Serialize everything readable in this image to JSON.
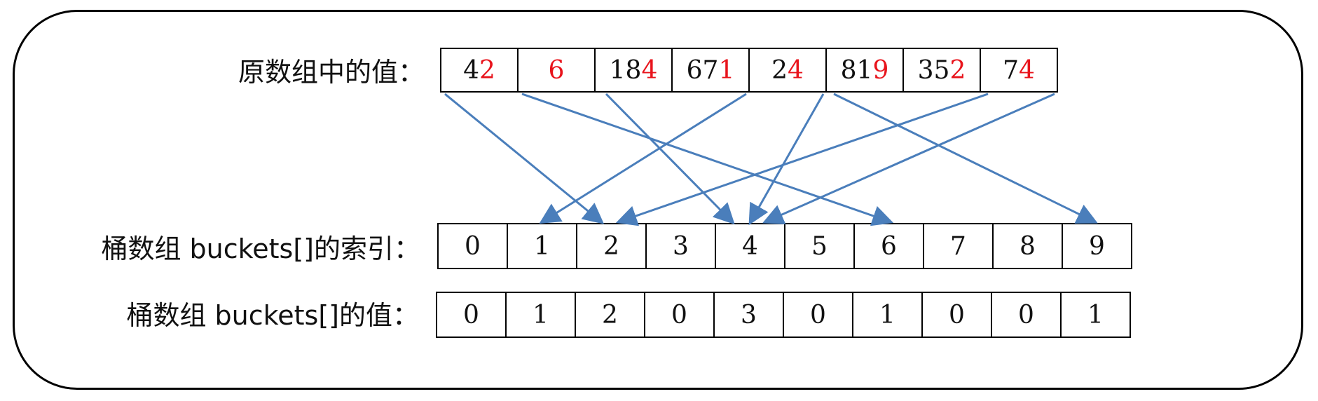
{
  "labels": {
    "original": "原数组中的值：",
    "index": "桶数组 buckets[]的索引：",
    "value": "桶数组 buckets[]的值："
  },
  "original_values": [
    {
      "prefix": "4",
      "digit": "2"
    },
    {
      "prefix": "",
      "digit": "6"
    },
    {
      "prefix": "18",
      "digit": "4"
    },
    {
      "prefix": "67",
      "digit": "1"
    },
    {
      "prefix": "2",
      "digit": "4"
    },
    {
      "prefix": "81",
      "digit": "9"
    },
    {
      "prefix": "35",
      "digit": "2"
    },
    {
      "prefix": "7",
      "digit": "4"
    }
  ],
  "bucket_indices": [
    "0",
    "1",
    "2",
    "3",
    "4",
    "5",
    "6",
    "7",
    "8",
    "9"
  ],
  "bucket_values": [
    "0",
    "1",
    "2",
    "0",
    "3",
    "0",
    "1",
    "0",
    "0",
    "1"
  ],
  "colors": {
    "arrow": "#4a7ebb",
    "highlight_digit": "#e8141c",
    "border": "#000000"
  }
}
